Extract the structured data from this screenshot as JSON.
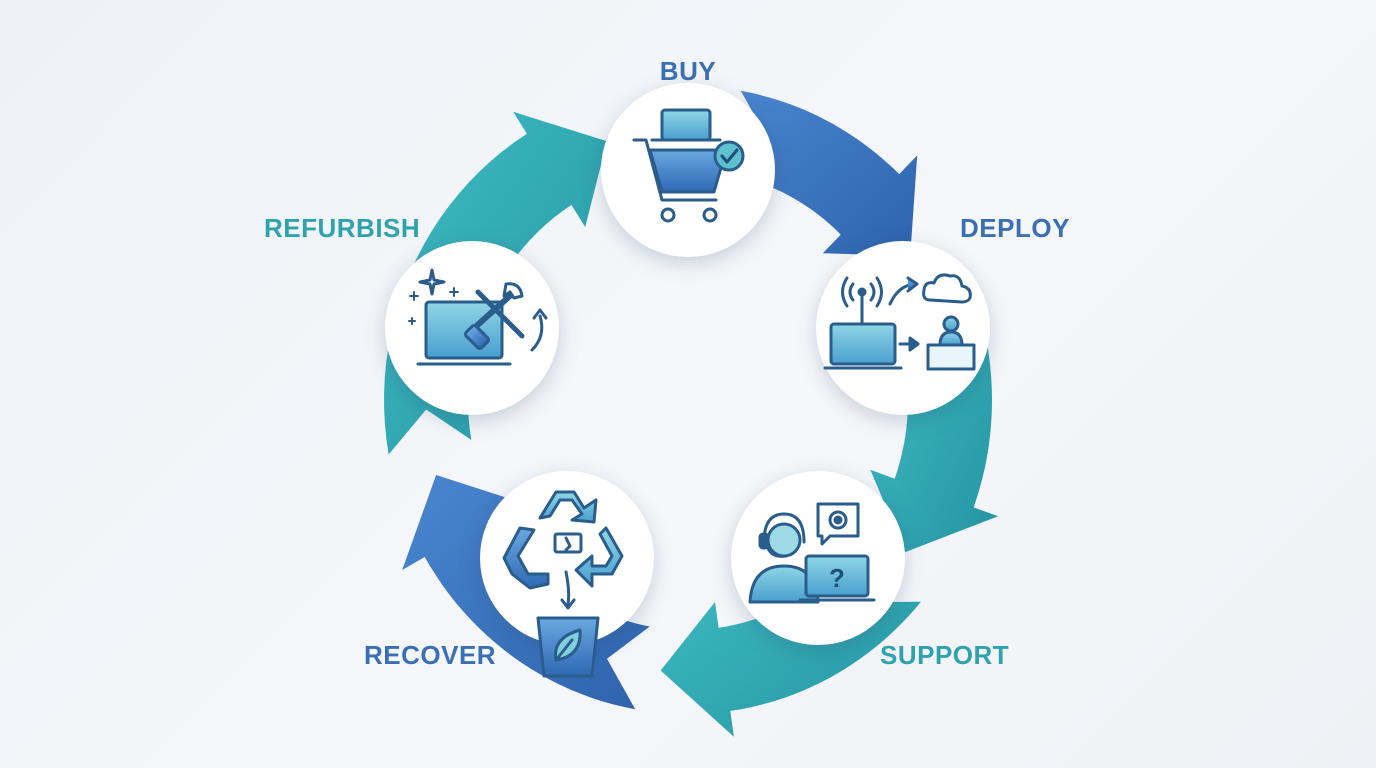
{
  "colors": {
    "blue": "#3a78c6",
    "blue_dark": "#2a5fa8",
    "teal": "#33aeb8",
    "teal_dark": "#2898a4",
    "icon_stroke": "#2a5d8c",
    "icon_fill": "#6fc3d6",
    "label_blue": "#3a6fb4",
    "label_teal": "#2fa3ad"
  },
  "stages": [
    {
      "id": "buy",
      "label": "BUY",
      "icon": "shopping-cart-laptop-icon",
      "label_color": "#3a6fb4"
    },
    {
      "id": "deploy",
      "label": "DEPLOY",
      "icon": "network-deploy-icon",
      "label_color": "#3a6fb4"
    },
    {
      "id": "support",
      "label": "SUPPORT",
      "icon": "helpdesk-support-icon",
      "label_color": "#2fa3ad"
    },
    {
      "id": "recover",
      "label": "RECOVER",
      "icon": "recycle-bin-icon",
      "label_color": "#3a6fb4"
    },
    {
      "id": "refurbish",
      "label": "REFURBISH",
      "icon": "laptop-tools-icon",
      "label_color": "#2fa3ad"
    }
  ]
}
